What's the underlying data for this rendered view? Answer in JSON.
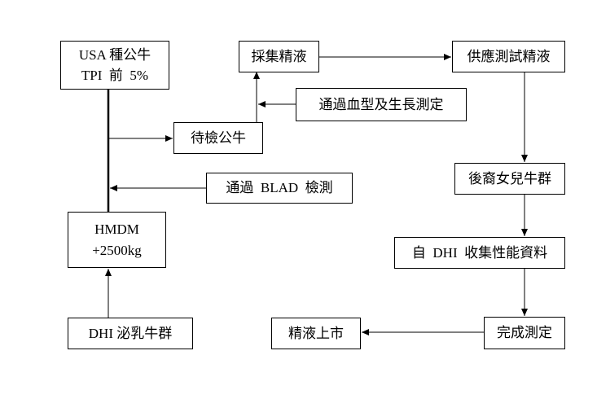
{
  "diagram": {
    "boxes": {
      "usa_sire": {
        "line1": "USA 種公牛",
        "line2": "TPI  前  5%"
      },
      "collect_semen": {
        "label": "採集精液"
      },
      "supply_test_semen": {
        "label": "供應測試精液"
      },
      "blood_growth_test": {
        "label": "通過血型及生長測定"
      },
      "test_bull": {
        "label": "待檢公牛"
      },
      "blad_test": {
        "label": "通過  BLAD  檢測"
      },
      "daughters_herd": {
        "label": "後裔女兒牛群"
      },
      "hmdm": {
        "line1": "HMDM",
        "line2": "+2500kg"
      },
      "dhi_collect": {
        "label": "自  DHI  收集性能資料"
      },
      "dhi_herd": {
        "label": "DHI 泌乳牛群"
      },
      "semen_market": {
        "label": "精液上市"
      },
      "complete_test": {
        "label": "完成測定"
      }
    }
  }
}
